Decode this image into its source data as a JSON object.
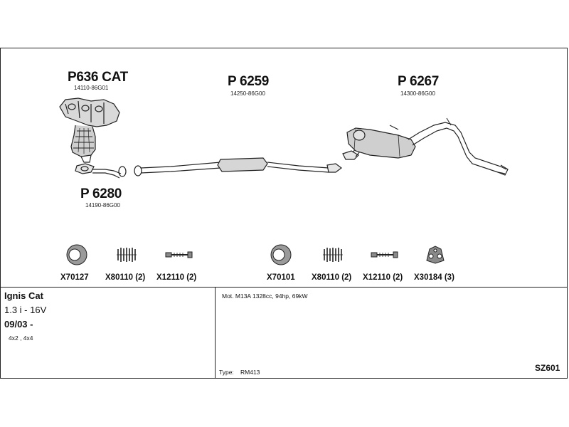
{
  "parts": {
    "cat": {
      "code": "P636 CAT",
      "oem": "14110-86G01"
    },
    "front_pipe": {
      "code": "P 6280",
      "oem": "14190-86G00"
    },
    "middle": {
      "code": "P 6259",
      "oem": "14250-86G00"
    },
    "rear": {
      "code": "P 6267",
      "oem": "14300-86G00"
    }
  },
  "accessories": [
    {
      "code": "X70127",
      "icon": "gasket-ring-icon"
    },
    {
      "code": "X80110 (2)",
      "icon": "spring-icon"
    },
    {
      "code": "X12110 (2)",
      "icon": "bolt-icon"
    },
    {
      "code": "X70101",
      "icon": "gasket-ring-icon"
    },
    {
      "code": "X80110 (2)",
      "icon": "spring-icon"
    },
    {
      "code": "X12110 (2)",
      "icon": "bolt-icon"
    },
    {
      "code": "X30184 (3)",
      "icon": "rubber-hanger-icon"
    }
  ],
  "vehicle": {
    "model": "Ignis Cat",
    "engine": "1.3 i - 16V",
    "date": "09/03 -",
    "drive": "4x2 , 4x4"
  },
  "motor": "Mot. M13A 1328cc, 94hp, 69kW",
  "type_label": "Type:",
  "type_value": "RM413",
  "catalog_code": "SZ601"
}
